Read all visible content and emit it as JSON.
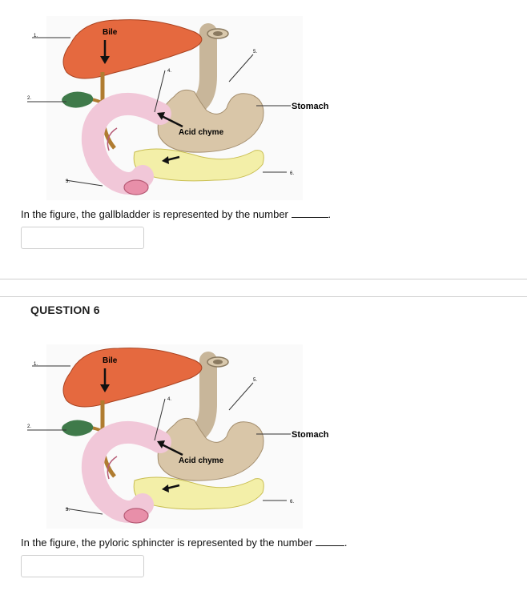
{
  "figure": {
    "labels": {
      "bile": "Bile",
      "stomach": "Stomach",
      "acid_chyme": "Acid chyme",
      "n1": "1.",
      "n2": "2.",
      "n3": "3.",
      "n4": "4.",
      "n5": "5.",
      "n6": "6."
    }
  },
  "q5": {
    "text": "In the figure, the gallbladder is represented by the number",
    "answer_value": ""
  },
  "q6": {
    "title": "QUESTION 6",
    "text": "In the figure,  the pyloric sphincter is represented by the number",
    "answer_value": ""
  }
}
